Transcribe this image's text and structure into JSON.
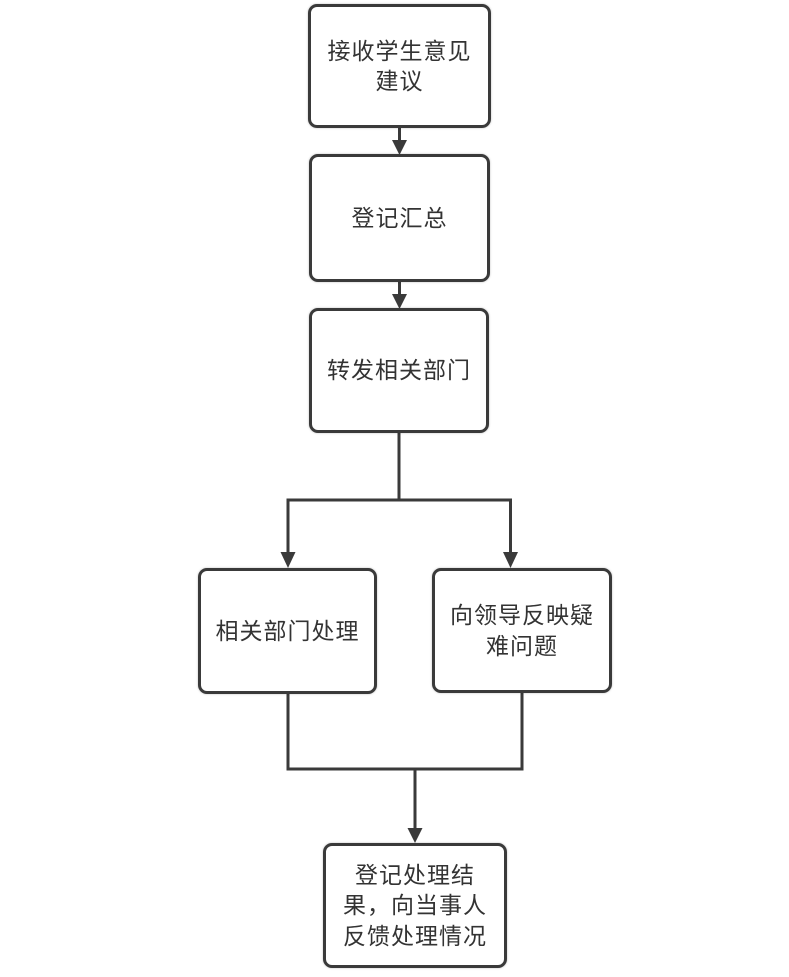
{
  "diagram": {
    "type": "flowchart",
    "direction": "top-down",
    "nodes": [
      {
        "id": "receive",
        "label": "接收学生意见\n建议"
      },
      {
        "id": "register",
        "label": "登记汇总"
      },
      {
        "id": "forward",
        "label": "转发相关部门"
      },
      {
        "id": "dept-handle",
        "label": "相关部门处理"
      },
      {
        "id": "report-leader",
        "label": "向领导反映疑\n难问题"
      },
      {
        "id": "feedback",
        "label": "登记处理结\n果，向当事人\n反馈处理情况"
      }
    ],
    "edges": [
      {
        "from": "receive",
        "to": "register",
        "arrow": "down"
      },
      {
        "from": "register",
        "to": "forward",
        "arrow": "down"
      },
      {
        "from": "forward",
        "to": "dept-handle",
        "arrow": "down"
      },
      {
        "from": "forward",
        "to": "report-leader",
        "arrow": "down"
      },
      {
        "from": "dept-handle",
        "to": "feedback",
        "arrow": "down"
      },
      {
        "from": "report-leader",
        "to": "feedback",
        "arrow": "down"
      }
    ],
    "colors": {
      "stroke": "#3a3a3a",
      "text": "#333333",
      "background": "#ffffff",
      "node_fill": "#ffffff"
    }
  }
}
